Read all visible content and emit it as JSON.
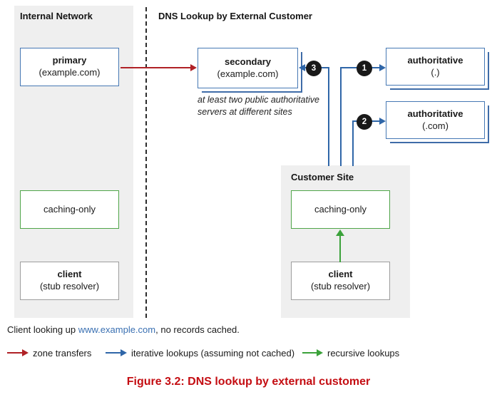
{
  "diagram": {
    "internal_network_title": "Internal Network",
    "external_title": "DNS Lookup by External Customer",
    "customer_site_title": "Customer Site",
    "nodes": {
      "primary": {
        "title": "primary",
        "subtitle": "(example.com)"
      },
      "secondary": {
        "title": "secondary",
        "subtitle": "(example.com)"
      },
      "authoritative_root": {
        "title": "authoritative",
        "subtitle": "(.)"
      },
      "authoritative_com": {
        "title": "authoritative",
        "subtitle": "(.com)"
      },
      "internal_caching": {
        "title": "caching-only"
      },
      "internal_client": {
        "title": "client",
        "subtitle": "(stub resolver)"
      },
      "customer_caching": {
        "title": "caching-only"
      },
      "customer_client": {
        "title": "client",
        "subtitle": "(stub resolver)"
      }
    },
    "secondary_note": "at least two public authoritative servers at different sites",
    "steps": [
      "1",
      "2",
      "3"
    ]
  },
  "footer": {
    "note_prefix": "Client looking up ",
    "note_link": "www.example.com",
    "note_suffix": ", no records cached.",
    "legend": [
      {
        "color": "#b02126",
        "label": "zone transfers"
      },
      {
        "color": "#2f66a8",
        "label": "iterative lookups (assuming not cached)"
      },
      {
        "color": "#3ba23a",
        "label": "recursive lookups"
      }
    ]
  },
  "caption": "Figure 3.2: DNS lookup by external customer",
  "colors": {
    "panel_bg": "#efefef",
    "blue": "#3f6ca8",
    "green": "#4fa549",
    "red": "#b02126",
    "gray_border": "#9d9d9d",
    "link_blue": "#3a70b2",
    "caption_red": "#c40d12",
    "badge_bg": "#191919"
  }
}
